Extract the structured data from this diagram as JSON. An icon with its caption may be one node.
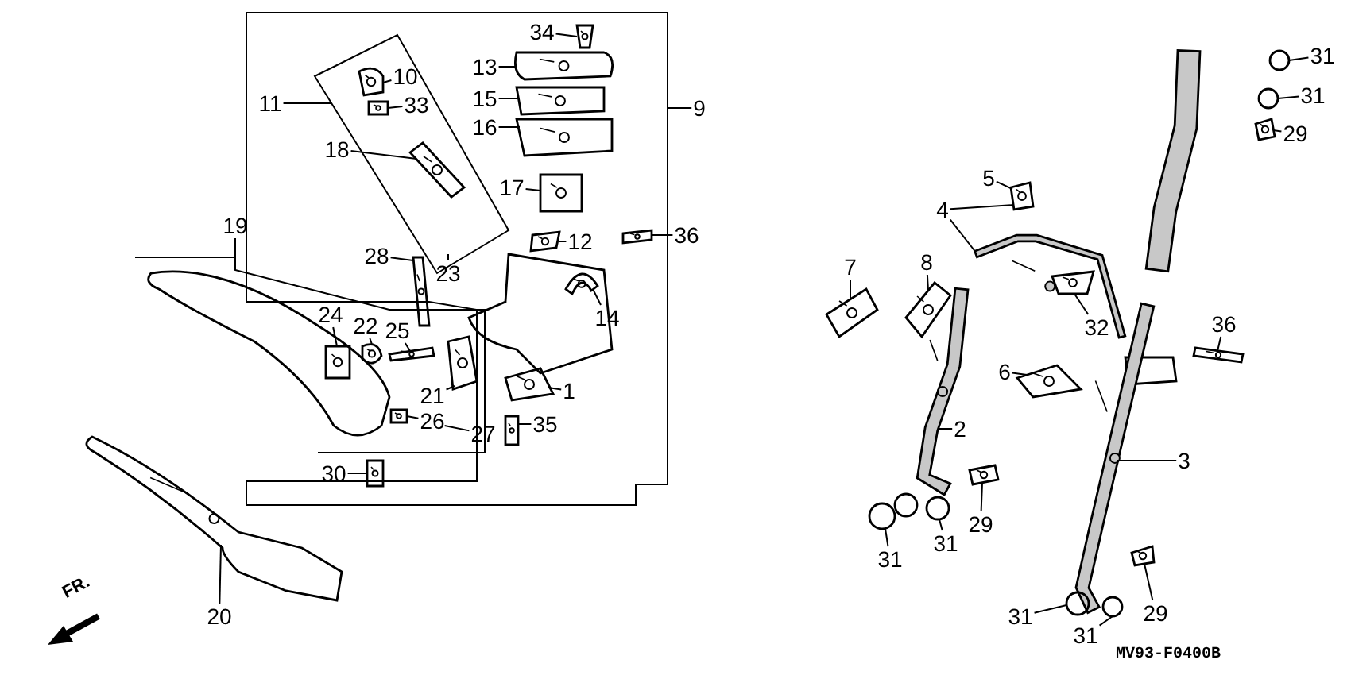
{
  "diagram": {
    "nodes": [
      {
        "text": [
          "34"
        ]
      },
      {
        "text": [
          "13"
        ]
      },
      {
        "text": [
          "15"
        ]
      },
      {
        "text": [
          "16"
        ]
      },
      {
        "text": [
          "10"
        ]
      },
      {
        "text": [
          "33"
        ]
      },
      {
        "text": [
          "11"
        ]
      },
      {
        "text": [
          "18"
        ]
      },
      {
        "text": [
          "9"
        ]
      },
      {
        "text": [
          "17"
        ]
      },
      {
        "text": [
          "12"
        ]
      },
      {
        "text": [
          "36"
        ]
      },
      {
        "text": [
          "28"
        ]
      },
      {
        "text": [
          "23"
        ]
      },
      {
        "text": [
          "14"
        ]
      },
      {
        "text": [
          "19"
        ]
      },
      {
        "text": [
          "24"
        ]
      },
      {
        "text": [
          "22"
        ]
      },
      {
        "text": [
          "25"
        ]
      },
      {
        "text": [
          "21"
        ]
      },
      {
        "text": [
          "1"
        ]
      },
      {
        "text": [
          "26"
        ]
      },
      {
        "text": [
          "27"
        ]
      },
      {
        "text": [
          "35"
        ]
      },
      {
        "text": [
          "30"
        ]
      },
      {
        "text": [
          "20"
        ]
      },
      {
        "text": [
          "31"
        ]
      },
      {
        "text": [
          "31"
        ]
      },
      {
        "text": [
          "29"
        ]
      },
      {
        "text": [
          "5"
        ]
      },
      {
        "text": [
          "4"
        ]
      },
      {
        "text": [
          "7"
        ]
      },
      {
        "text": [
          "8"
        ]
      },
      {
        "text": [
          "36"
        ]
      },
      {
        "text": [
          "32"
        ]
      },
      {
        "text": [
          "6"
        ]
      },
      {
        "text": [
          "2"
        ]
      },
      {
        "text": [
          "3"
        ]
      },
      {
        "text": [
          "29"
        ]
      },
      {
        "text": [
          "31"
        ]
      },
      {
        "text": [
          "31"
        ]
      },
      {
        "text": [
          "31"
        ]
      },
      {
        "text": [
          "31"
        ]
      },
      {
        "text": [
          "29"
        ]
      },
      {
        "text": [],
        "shape": "picture"
      },
      {
        "text": [],
        "shape": "picture"
      },
      {
        "text": [],
        "shape": "picture"
      },
      {
        "text": [],
        "shape": "picture"
      },
      {
        "text": [],
        "shape": "picture"
      },
      {
        "text": [],
        "shape": "picture"
      },
      {
        "text": [],
        "shape": "picture"
      },
      {
        "text": [],
        "shape": "picture"
      },
      {
        "text": [],
        "shape": "picture"
      },
      {
        "text": [],
        "shape": "picture"
      },
      {
        "text": [],
        "shape": "picture"
      },
      {
        "text": [],
        "shape": "picture"
      },
      {
        "text": [],
        "shape": "picture"
      },
      {
        "text": [],
        "shape": "picture"
      },
      {
        "text": [],
        "shape": "picture"
      },
      {
        "text": [],
        "shape": "picture"
      },
      {
        "text": [],
        "shape": "picture"
      },
      {
        "text": [],
        "shape": "picture"
      },
      {
        "text": [],
        "shape": "picture"
      },
      {
        "text": [],
        "shape": "picture"
      },
      {
        "text": [],
        "shape": "picture"
      },
      {
        "text": [],
        "shape": "circle"
      },
      {
        "text": [],
        "shape": "circle"
      },
      {
        "text": [],
        "shape": "picture"
      },
      {
        "text": [],
        "shape": "picture"
      },
      {
        "text": [],
        "shape": "picture"
      },
      {
        "text": [],
        "shape": "picture"
      },
      {
        "text": [],
        "shape": "picture"
      },
      {
        "text": [],
        "shape": "picture"
      },
      {
        "text": [],
        "shape": "picture"
      },
      {
        "text": [],
        "shape": "picture"
      },
      {
        "text": [],
        "shape": "picture"
      },
      {
        "text": [],
        "shape": "picture"
      },
      {
        "text": [],
        "shape": "picture"
      },
      {
        "text": [],
        "shape": "circle"
      },
      {
        "text": [],
        "shape": "circle"
      },
      {
        "text": [],
        "shape": "circle"
      },
      {
        "text": [],
        "shape": "circle"
      },
      {
        "text": [],
        "shape": "picture"
      }
    ],
    "edges": [
      {
        "from": 0,
        "to": 44,
        "arrow": "none"
      },
      {
        "from": 1,
        "to": 45,
        "arrow": "none"
      },
      {
        "from": 2,
        "to": 46,
        "arrow": "none"
      },
      {
        "from": 3,
        "to": 47,
        "arrow": "none"
      },
      {
        "from": 4,
        "to": 48,
        "arrow": "none"
      },
      {
        "from": 5,
        "to": 49,
        "arrow": "none"
      },
      {
        "from": 6,
        "to": null,
        "arrow": "none"
      },
      {
        "from": 7,
        "to": 50,
        "arrow": "none"
      },
      {
        "from": 8,
        "to": null,
        "arrow": "none"
      },
      {
        "from": 9,
        "to": 51,
        "arrow": "none"
      },
      {
        "from": 10,
        "to": 52,
        "arrow": "none"
      },
      {
        "from": 11,
        "to": 53,
        "arrow": "none"
      },
      {
        "from": 12,
        "to": 54,
        "arrow": "none"
      },
      {
        "from": 13,
        "to": null,
        "arrow": "none"
      },
      {
        "from": 14,
        "to": 55,
        "arrow": "none"
      },
      {
        "from": 15,
        "to": null,
        "arrow": "none"
      },
      {
        "from": 16,
        "to": 56,
        "arrow": "none"
      },
      {
        "from": 17,
        "to": 57,
        "arrow": "none"
      },
      {
        "from": 18,
        "to": 58,
        "arrow": "none"
      },
      {
        "from": 19,
        "to": 59,
        "arrow": "none"
      },
      {
        "from": 20,
        "to": 60,
        "arrow": "none"
      },
      {
        "from": 21,
        "to": 61,
        "arrow": "none"
      },
      {
        "from": 22,
        "to": 21,
        "arrow": "none"
      },
      {
        "from": 23,
        "to": 62,
        "arrow": "none"
      },
      {
        "from": 24,
        "to": 63,
        "arrow": "none"
      },
      {
        "from": 25,
        "to": 64,
        "arrow": "none"
      },
      {
        "from": 26,
        "to": 65,
        "arrow": "none"
      },
      {
        "from": 27,
        "to": 66,
        "arrow": "none"
      },
      {
        "from": 28,
        "to": 67,
        "arrow": "none"
      },
      {
        "from": 29,
        "to": 68,
        "arrow": "none"
      },
      {
        "from": 30,
        "to": 68,
        "arrow": "none"
      },
      {
        "from": 30,
        "to": 69,
        "arrow": "none"
      },
      {
        "from": 31,
        "to": 70,
        "arrow": "none"
      },
      {
        "from": 32,
        "to": 71,
        "arrow": "none"
      },
      {
        "from": 33,
        "to": 72,
        "arrow": "none"
      },
      {
        "from": 34,
        "to": 73,
        "arrow": "none"
      },
      {
        "from": 35,
        "to": 74,
        "arrow": "none"
      },
      {
        "from": 36,
        "to": 75,
        "arrow": "none"
      },
      {
        "from": 37,
        "to": 76,
        "arrow": "none"
      },
      {
        "from": 38,
        "to": 77,
        "arrow": "none"
      },
      {
        "from": 39,
        "to": 78,
        "arrow": "none"
      },
      {
        "from": 40,
        "to": 79,
        "arrow": "none"
      },
      {
        "from": 41,
        "to": 80,
        "arrow": "none"
      },
      {
        "from": 42,
        "to": 81,
        "arrow": "none"
      },
      {
        "from": 43,
        "to": 82,
        "arrow": "none"
      }
    ],
    "labels": [
      "FR.",
      "MV93-F0400B"
    ]
  }
}
